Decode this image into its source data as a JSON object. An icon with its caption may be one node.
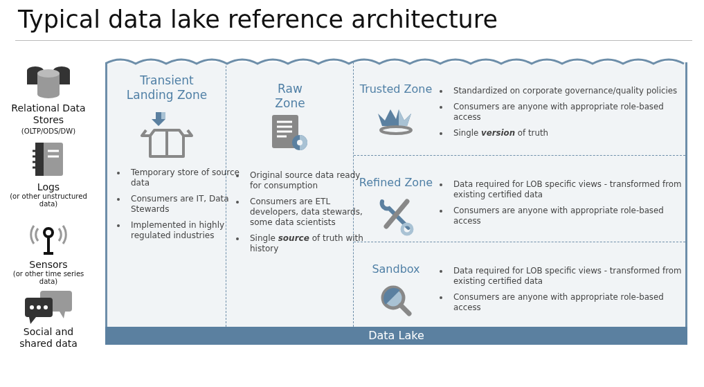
{
  "diagram": {
    "title": "Typical data lake reference architecture",
    "nodes": [
      {
        "text": [
          "Data Lake"
        ]
      },
      {
        "text": [
          "Transient Landing Zone",
          "Temporary store of source data",
          "Consumers are IT, Data Stewards",
          "Implemented in highly regulated industries"
        ],
        "in": 0
      },
      {
        "text": [
          "Raw Zone",
          "Original source data ready for consumption",
          "Consumers are ETL developers, data stewards, some data scientists",
          "Single **source** of truth with history"
        ],
        "in": 0
      },
      {
        "text": [
          "Trusted Zone",
          "Standardized on corporate governance/quality policies",
          "Consumers are anyone with appropriate role-based access",
          "Single **version** of truth"
        ],
        "in": 0
      },
      {
        "text": [
          "Refined Zone",
          "Data required for LOB specific views - transformed from existing certified data",
          "Consumers are anyone with appropriate role-based access"
        ],
        "in": 0
      },
      {
        "text": [
          "Sandbox",
          "Data required for LOB specific views - transformed from existing certified data",
          "Consumers are anyone with appropriate role-based access"
        ],
        "in": 0
      }
    ],
    "labels": [
      "Relational Data Stores",
      "(OLTP/ODS/DW)",
      "Logs",
      "(or other unstructured data)",
      "Sensors",
      "(or other time series data)",
      "Social and shared data"
    ]
  }
}
